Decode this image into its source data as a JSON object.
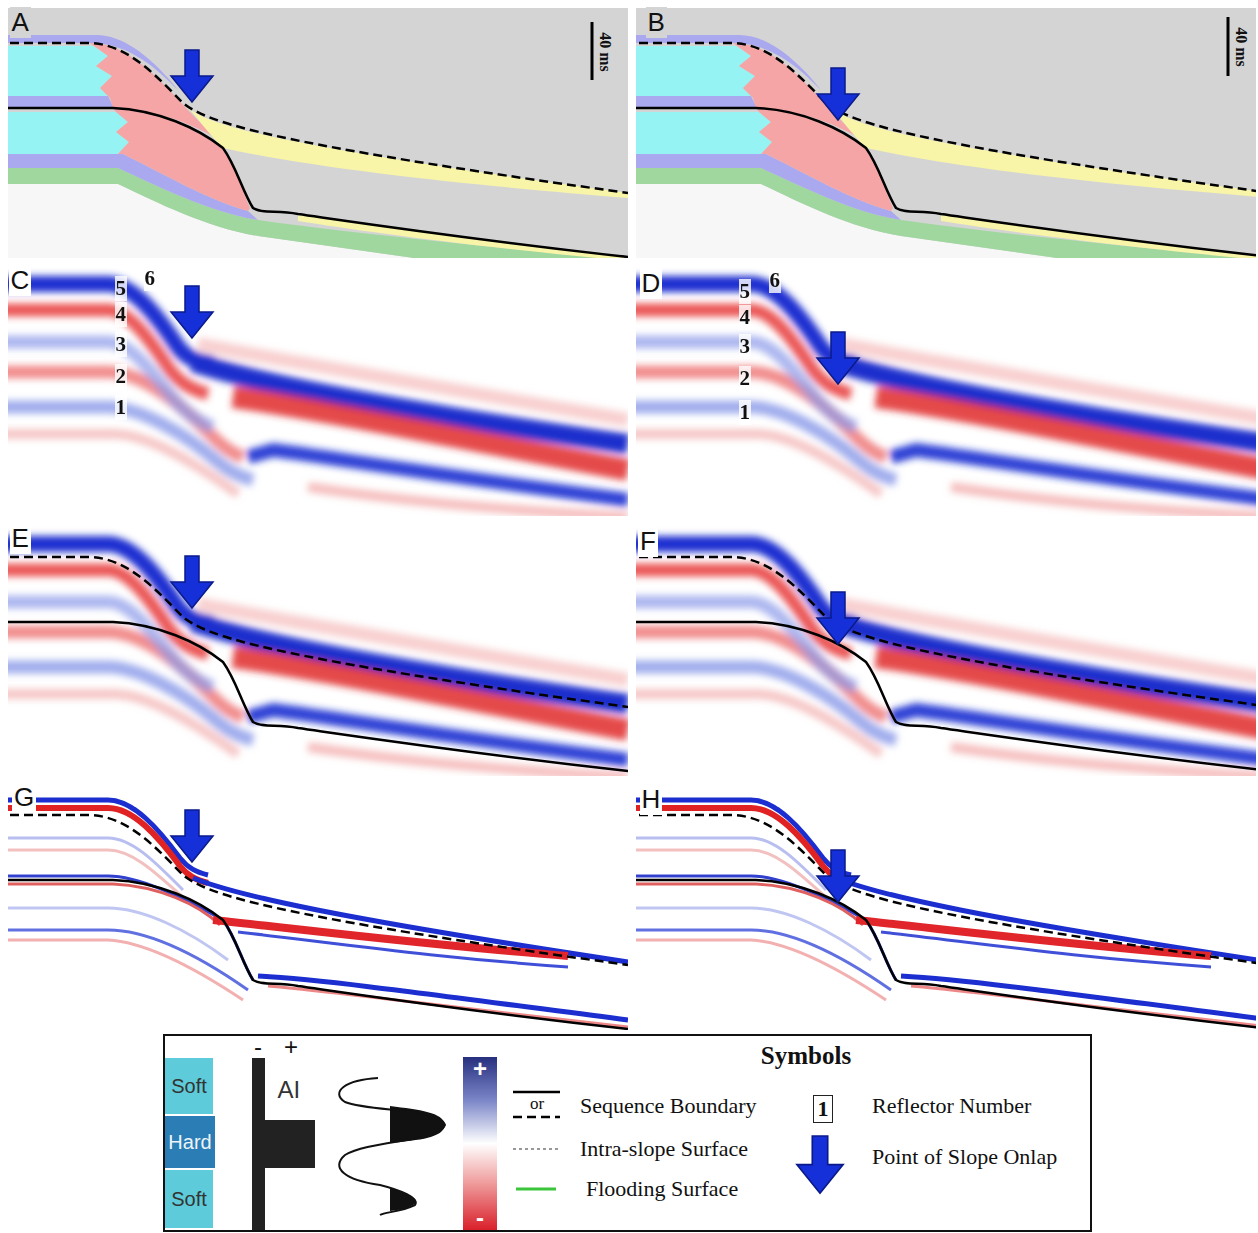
{
  "diagram": {
    "nodes": [
      {
        "text": [
          "Symbols"
        ]
      },
      {
        "text": [
          "Soft"
        ],
        "in": 0
      },
      {
        "text": [
          "Hard"
        ],
        "in": 0
      },
      {
        "text": [
          "Soft"
        ],
        "in": 0
      },
      {
        "text": [
          "+",
          "-"
        ],
        "in": 0
      },
      {
        "text": [
          "1"
        ],
        "in": 0
      }
    ],
    "labels": [
      "A",
      "40 ms",
      "B",
      "40 ms",
      "C",
      "6",
      "5",
      "4",
      "3",
      "2",
      "1",
      "D",
      "6",
      "5",
      "4",
      "3",
      "2",
      "1",
      "E",
      "F",
      "G",
      "H",
      "-",
      "+",
      "AI",
      "or"
    ],
    "legend": [
      {
        "text": "Sequence Boundary"
      },
      {
        "text": "Intra-slope Surface"
      },
      {
        "text": "Flooding Surface"
      },
      {
        "text": "Reflector Number"
      },
      {
        "text": "Point of Slope Onlap"
      }
    ]
  }
}
